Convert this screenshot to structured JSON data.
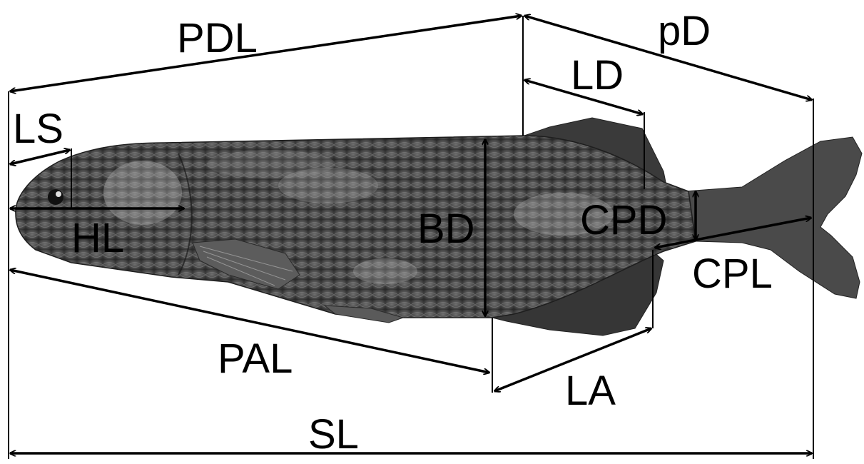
{
  "colors": {
    "background": "#ffffff",
    "ink": "#000000",
    "fish_dark": "#2e2e2e",
    "fish_mid": "#5a5a5a",
    "fish_light": "#bdbdbd"
  },
  "labels": {
    "pdl": "PDL",
    "pd": "pD",
    "ld": "LD",
    "ls": "LS",
    "hl": "HL",
    "bd": "BD",
    "cpd": "CPD",
    "cpl": "CPL",
    "pal": "PAL",
    "la": "LA",
    "sl": "SL"
  }
}
